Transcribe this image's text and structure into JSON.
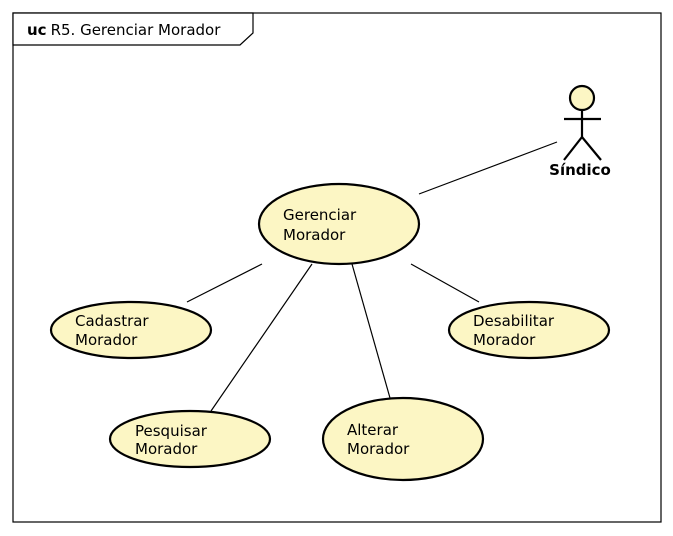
{
  "frame": {
    "keyword": "uc",
    "title": "R5. Gerenciar Morador"
  },
  "actor": {
    "name": "Síndico"
  },
  "use_cases": {
    "gerenciar": {
      "line1": "Gerenciar",
      "line2": "Morador"
    },
    "cadastrar": {
      "line1": "Cadastrar",
      "line2": "Morador"
    },
    "desabilitar": {
      "line1": "Desabilitar",
      "line2": "Morador"
    },
    "pesquisar": {
      "line1": "Pesquisar",
      "line2": "Morador"
    },
    "alterar": {
      "line1": "Alterar",
      "line2": "Morador"
    }
  },
  "colors": {
    "use_case_fill": "#fcf6c4",
    "stroke": "#000000"
  }
}
